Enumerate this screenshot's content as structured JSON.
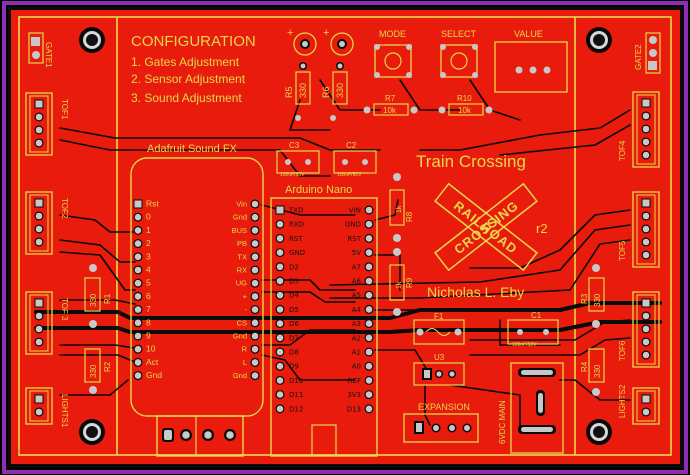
{
  "colors": {
    "background": "#000000",
    "frame": "#8e2fb3",
    "board": "#e81b0c",
    "silkscreen": "#e8d84a",
    "pad": "#c8c8c8",
    "trace": "#0a0a0a"
  },
  "config": {
    "title": "CONFIGURATION",
    "items": [
      "1. Gates Adjustment",
      "2. Sensor Adjustment",
      "3. Sound Adjustment"
    ]
  },
  "buttons": {
    "mode": "MODE",
    "select": "SELECT",
    "value": "VALUE"
  },
  "capacitors": {
    "c3": "C3",
    "c2": "C2",
    "c1": "C1",
    "rating": "100nF/50V",
    "plus": "+"
  },
  "resistors": {
    "r5": "R5",
    "r6": "R6",
    "r7": "R7",
    "r10": "R10",
    "r1": "R1",
    "r2": "R2",
    "r3": "R3",
    "r4": "R4",
    "r8": "R8",
    "r9": "R9",
    "v330": "330",
    "v10k": "10k",
    "v1k": "1k"
  },
  "connectors": {
    "gate1": "GATE1",
    "gate2": "GATE2",
    "tof1": "TOF1",
    "tof2": "TOF2",
    "tof3": "TOF 3",
    "tof4": "TOF4",
    "tof5": "TOF5",
    "tof6": "TOF6",
    "lights1": "LIGHTS1",
    "lights2": "LIGHTS2",
    "expansion": "EXPANSION",
    "power": "6VDC MAIN"
  },
  "parts": {
    "fuse": "F1",
    "regulator": "U3"
  },
  "modules": {
    "sound_fx": "Adafruit Sound FX",
    "nano": "Arduino Nano",
    "sound_left_pins": [
      "Rst",
      "0",
      "1",
      "2",
      "3",
      "4",
      "5",
      "6",
      "7",
      "8",
      "9",
      "10",
      "Act",
      "Gnd"
    ],
    "sound_right_pins": [
      "Vin",
      "Gnd",
      "BUS",
      "PB",
      "TX",
      "RX",
      "UG",
      "+",
      "-",
      "CS",
      "Gnd",
      "R",
      "L",
      "Gnd"
    ],
    "nano_left_pins": [
      "TXD",
      "RXD",
      "RST",
      "GND",
      "D2",
      "D3",
      "D4",
      "D5",
      "D6",
      "D7",
      "D8",
      "D9",
      "D10",
      "D11",
      "D12"
    ],
    "nano_right_pins": [
      "VIN",
      "GND",
      "RST",
      "5V",
      "A7",
      "A6",
      "A5",
      "A4",
      "A3",
      "A2",
      "A1",
      "A0",
      "REF",
      "3V3",
      "D13"
    ]
  },
  "title_block": {
    "title": "Train Crossing",
    "revision": "r2",
    "author": "Nicholas L. Eby",
    "sign_top": "RAILROAD",
    "sign_bottom": "CROSSING"
  }
}
